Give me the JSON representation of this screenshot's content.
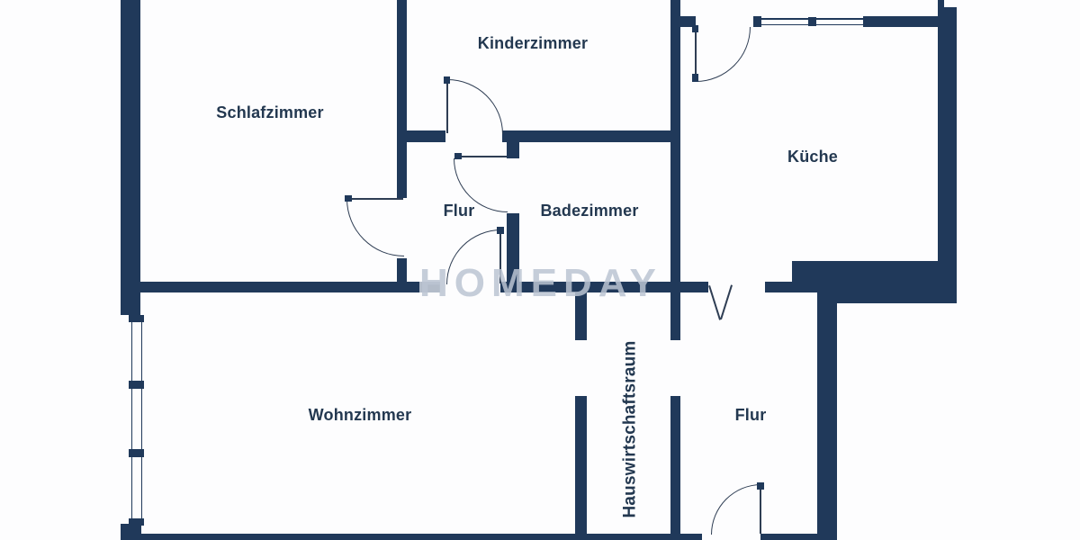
{
  "plan": {
    "title": "apartment-floor-plan",
    "background": "#fdfdfe",
    "wall_color": "#20395a",
    "line_color": "#2f3e54",
    "label_color": "#233850",
    "watermark_color": "rgba(187,196,210,0.85)"
  },
  "watermark": {
    "text": "HOMEDAY"
  },
  "rooms": [
    {
      "name": "Schlafzimmer"
    },
    {
      "name": "Kinderzimmer"
    },
    {
      "name": "Küche"
    },
    {
      "name": "Flur"
    },
    {
      "name": "Badezimmer"
    },
    {
      "name": "Wohnzimmer"
    },
    {
      "name": "Hauswirtschaftsraum"
    },
    {
      "name": "Flur"
    }
  ]
}
